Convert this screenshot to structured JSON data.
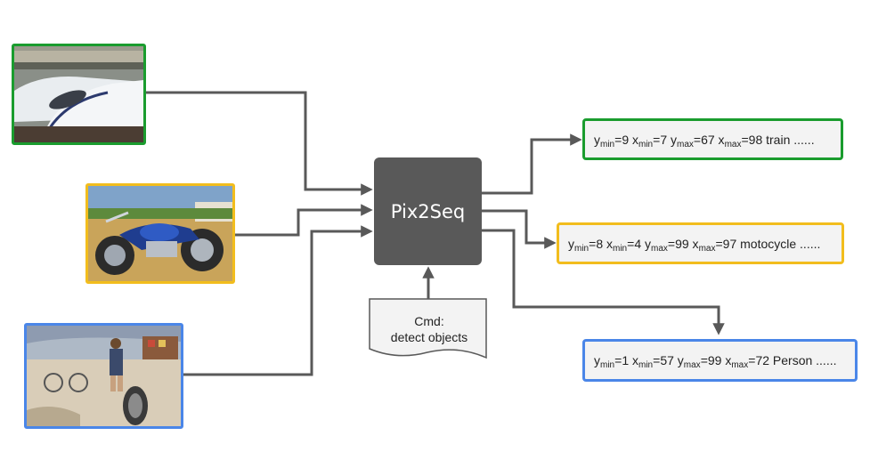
{
  "model": {
    "label": "Pix2Seq"
  },
  "command": {
    "line1": "Cmd:",
    "line2": "detect objects"
  },
  "inputs": [
    {
      "name": "train-photo",
      "border_color": "#1a9c2e"
    },
    {
      "name": "motorcycle-photo",
      "border_color": "#f2bd1d"
    },
    {
      "name": "person-bicycle-photo",
      "border_color": "#4a86e8"
    }
  ],
  "outputs": [
    {
      "border_color": "#1a9c2e",
      "ymin": "9",
      "xmin": "7",
      "ymax": "67",
      "xmax": "98",
      "cls": "train ......"
    },
    {
      "border_color": "#f2bd1d",
      "ymin": "8",
      "xmin": "4",
      "ymax": "99",
      "xmax": "97",
      "cls": "motocycle ......"
    },
    {
      "border_color": "#4a86e8",
      "ymin": "1",
      "xmin": "57",
      "ymax": "99",
      "xmax": "72",
      "cls": "Person ......"
    }
  ],
  "colors": {
    "arrow": "#595959",
    "model": "#595959"
  }
}
